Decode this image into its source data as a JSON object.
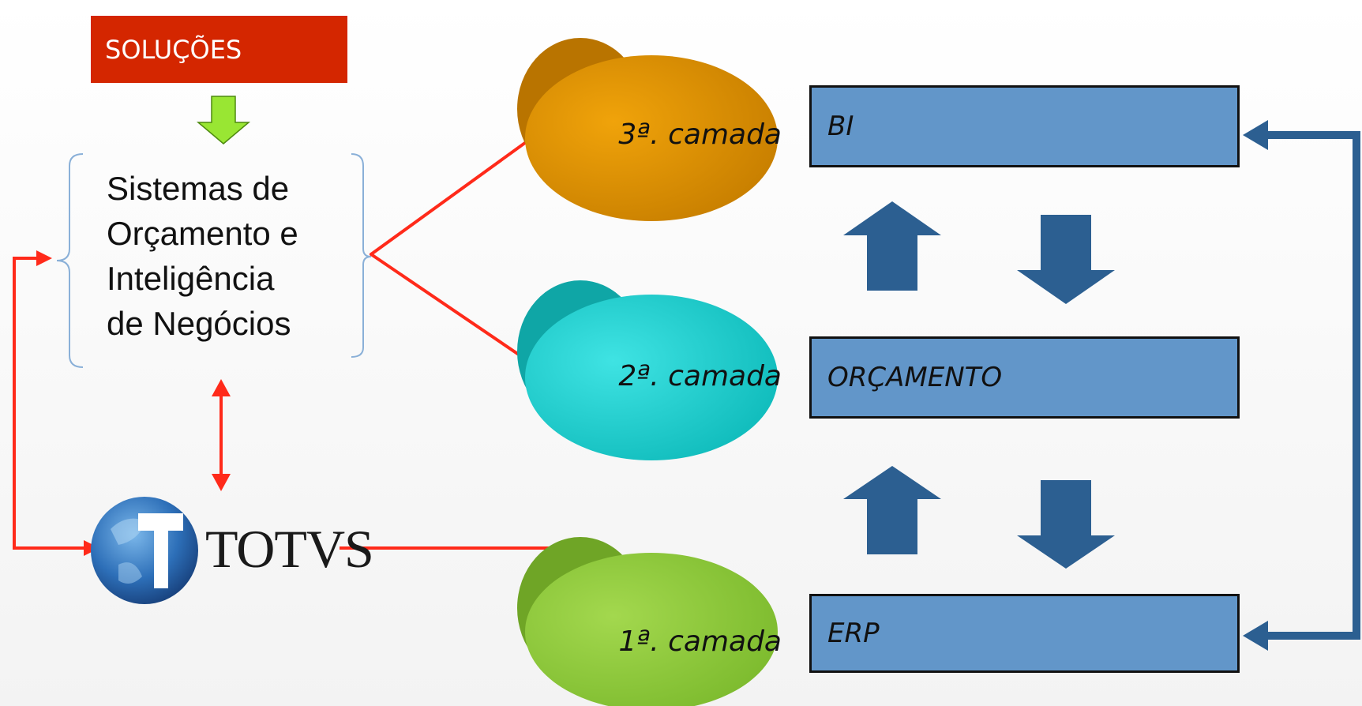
{
  "solucoes_label": "SOLUÇÕES",
  "sistemas_lines": [
    "Sistemas de",
    "Orçamento e",
    "Inteligência",
    "de Negócios"
  ],
  "layers": {
    "third": "3ª. camada",
    "second": "2ª. camada",
    "first": "1ª. camada"
  },
  "boxes": {
    "bi": "BI",
    "orcamento": "ORÇAMENTO",
    "erp": "ERP"
  },
  "logo": {
    "text": "TOTVS"
  },
  "colors": {
    "red_banner": "#d42600",
    "red_arrow": "#ff2a1a",
    "green_arrow": "#99e633",
    "blue_box": "#6296c9",
    "blue_arrow": "#2c5f91",
    "layer_orange": "#d48a00",
    "layer_cyan": "#14c8c8",
    "layer_green": "#88c83a"
  }
}
